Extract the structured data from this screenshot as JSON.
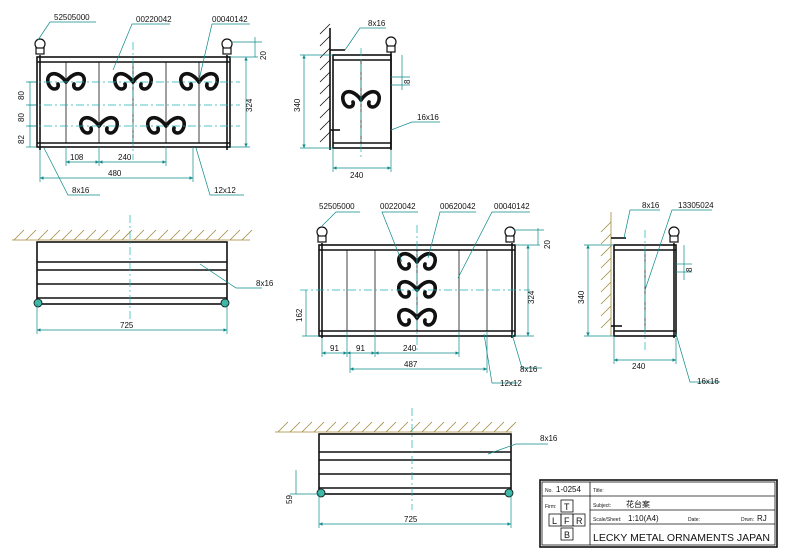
{
  "parts": {
    "finial": "52505000",
    "scroll_a": "00220042",
    "scroll_b": "00040142",
    "scroll_c": "00620042",
    "bracket": "13305024"
  },
  "dims": {
    "d20": "20",
    "d80a": "80",
    "d80b": "80",
    "d82": "82",
    "d324": "324",
    "d108": "108",
    "d240": "240",
    "d480": "480",
    "d8x16": "8x16",
    "d12x12": "12x12",
    "d340": "340",
    "d8": "8",
    "d16x16": "16x16",
    "d725": "725",
    "d162": "162",
    "d91": "91",
    "d487": "487",
    "d59": "59"
  },
  "title_block": {
    "no_label": "No.",
    "no_value": "1-0254",
    "title_label": "Title:",
    "title_value": "花台案",
    "firm_label": "Firm:",
    "subject_label": "Subject:",
    "scale_label": "Scale/Sheet:",
    "scale_value": "1:10(A4)",
    "date_label": "Date:",
    "drawn_label": "Drwn:",
    "drawn_value": "RJ",
    "view_t": "T",
    "view_l": "L",
    "view_f": "F",
    "view_r": "R",
    "view_b": "B",
    "company": "LECKY METAL ORNAMENTS JAPAN"
  }
}
